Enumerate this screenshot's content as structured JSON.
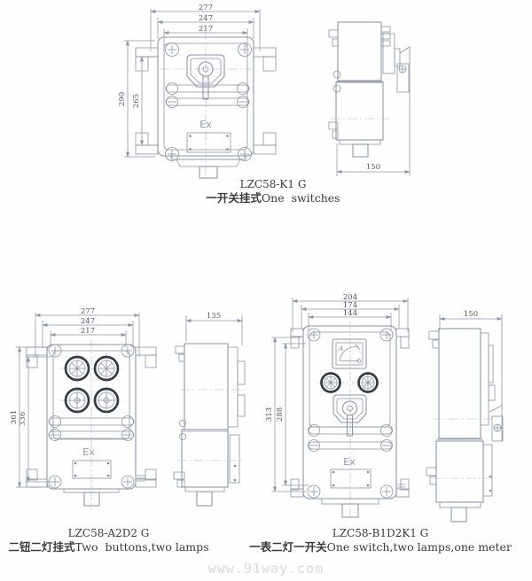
{
  "drawing": {
    "ex_label": "Ex",
    "meter_label": "A"
  },
  "views": {
    "k1_front": {
      "dims": {
        "w_outer": "277",
        "w_mid": "247",
        "w_inner": "217",
        "h_outer": "290",
        "h_inner": "265"
      }
    },
    "k1_side": {
      "dims": {
        "depth": "150"
      }
    },
    "a2d2_front": {
      "dims": {
        "w_outer": "277",
        "w_mid": "247",
        "w_inner": "217",
        "h_outer": "361",
        "h_inner": "336"
      }
    },
    "a2d2_side": {
      "dims": {
        "depth": "135"
      }
    },
    "b1d2k1_front": {
      "dims": {
        "w_outer": "204",
        "w_mid": "174",
        "w_inner": "144",
        "h_outer": "313",
        "h_inner": "288"
      }
    },
    "b1d2k1_side": {
      "dims": {
        "depth": "150"
      }
    }
  },
  "captions": {
    "k1": {
      "model": "LZC58-K1 G",
      "desc_cn": "一开关挂式",
      "desc_en": "One  switches"
    },
    "a2d2": {
      "model": "LZC58-A2D2 G",
      "desc_cn": "二钮二灯挂式",
      "desc_en": "Two  buttons,two lamps"
    },
    "b1d2k1": {
      "model": "LZC58-B1D2K1 G",
      "desc_cn": "一表二灯一开关",
      "desc_en": "One switch,two lamps,one meter"
    }
  },
  "watermark": "www.91way.com",
  "colors": {
    "line": "#8b95a2",
    "ring": "#353b43",
    "dim_text": "#55585d",
    "caption_text": "#3a3a3a",
    "watermark": "#d9d9d9"
  }
}
